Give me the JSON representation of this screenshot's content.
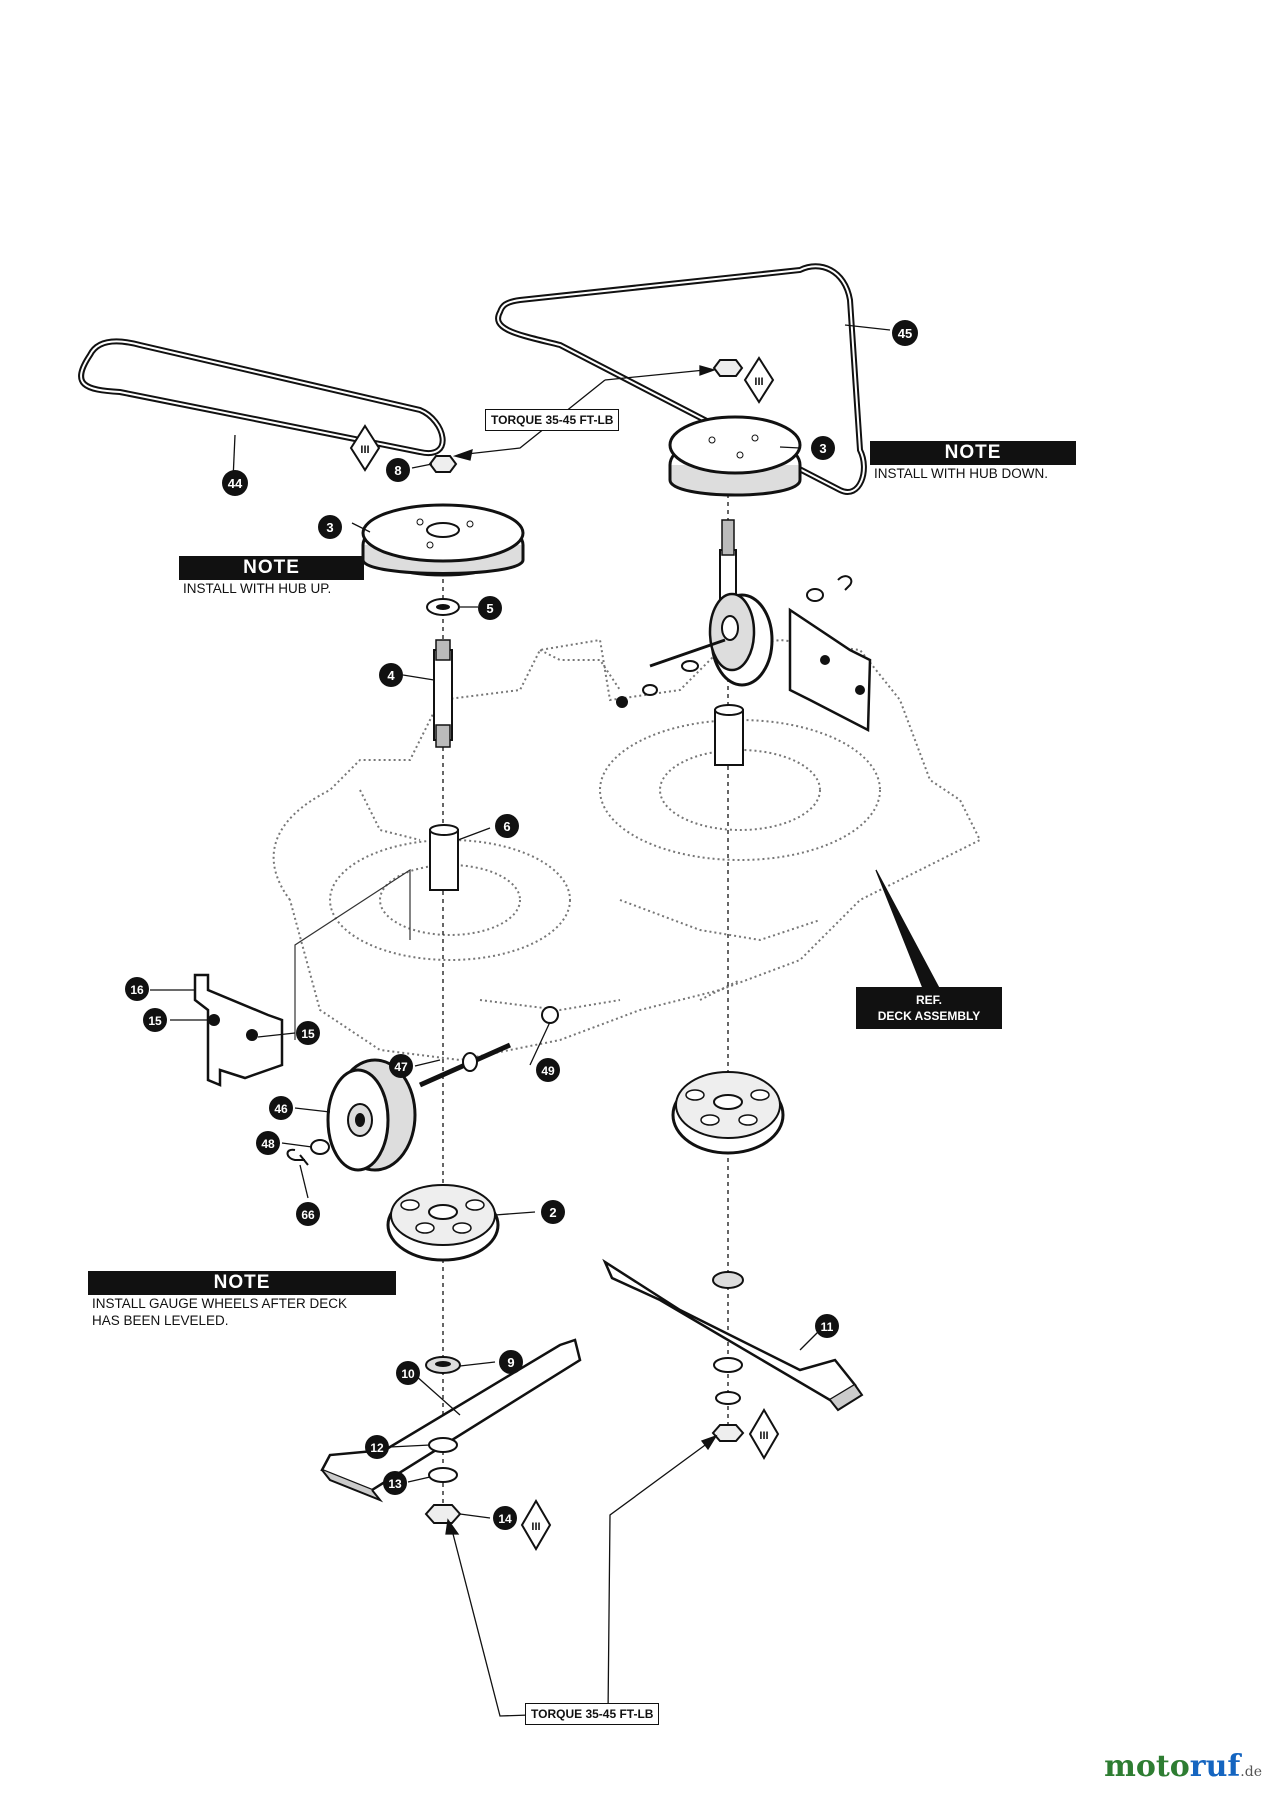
{
  "notes": {
    "hub_up": {
      "title": "NOTE",
      "text": "INSTALL WITH HUB UP."
    },
    "hub_down": {
      "title": "NOTE",
      "text": "INSTALL WITH HUB DOWN."
    },
    "gauge": {
      "title": "NOTE",
      "line1": "INSTALL GAUGE WHEELS AFTER DECK",
      "line2": "HAS BEEN LEVELED."
    }
  },
  "torque": {
    "top": "TORQUE 35-45 FT-LB",
    "bottom": "TORQUE 35-45 FT-LB"
  },
  "ref": {
    "line1": "REF.",
    "line2": "DECK ASSEMBLY"
  },
  "symbol": "III",
  "callouts": [
    "44",
    "45",
    "8",
    "3",
    "3",
    "5",
    "4",
    "6",
    "16",
    "15",
    "15",
    "47",
    "49",
    "46",
    "48",
    "66",
    "2",
    "11",
    "10",
    "9",
    "12",
    "13",
    "14"
  ],
  "brand": {
    "part1": "moto",
    "part2": "ruf",
    "tld": ".de"
  }
}
